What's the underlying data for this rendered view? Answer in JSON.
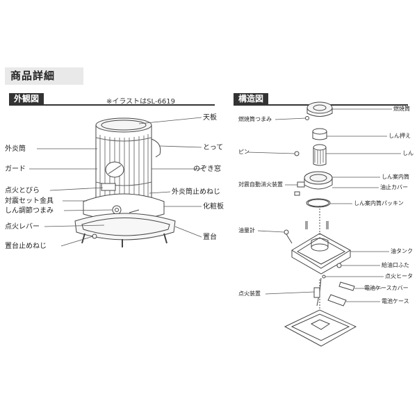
{
  "page": {
    "title": "商品詳細"
  },
  "exterior": {
    "heading": "外観図",
    "note": "※イラストはSL-6619",
    "labels": {
      "top_plate": "天板",
      "handle": "とって",
      "outer_cylinder": "外炎筒",
      "guard": "ガード",
      "sight_window": "のぞき窓",
      "ignition_door": "点火とびら",
      "outer_screw": "外炎筒止めねじ",
      "seismic_bracket": "対震セット金具",
      "decorative_plate": "化粧板",
      "wick_knob": "しん調節つまみ",
      "ignition_lever": "点火レバー",
      "base": "置台",
      "base_screw": "置台止めねじ"
    }
  },
  "structure": {
    "heading": "構造図",
    "labels": {
      "burner_knob": "燃焼筒つまみ",
      "burner": "燃焼筒",
      "wick_holder": "しん押え",
      "pin": "ピン",
      "wick": "しん",
      "wick_guide": "しん案内筒",
      "auto_extinguisher": "対震自動消火装置",
      "oil_cover": "油止カバー",
      "packing": "しん案内筒パッキン",
      "oil_gauge": "油量計",
      "oil_tank": "油タンク",
      "fill_cap": "給油口ふた",
      "heater": "点火ヒータ",
      "ignition_device": "点火装置",
      "battery_cover": "電池ケースカバー",
      "battery_case": "電池ケース"
    }
  }
}
